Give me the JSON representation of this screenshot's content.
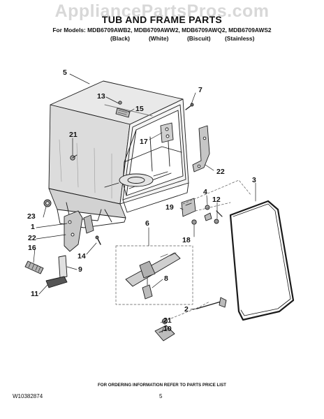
{
  "watermark": "AppliancePartsPros.com",
  "header": {
    "title": "TUB AND FRAME PARTS",
    "models": "For Models: MDB6709AWB2, MDB6709AWW2, MDB6709AWQ2, MDB6709AWS2",
    "variants": [
      "(Black)",
      "(White)",
      "(Biscuit)",
      "(Stainless)"
    ]
  },
  "callouts": {
    "c5": "5",
    "c13": "13",
    "c15": "15",
    "c7": "7",
    "c21a": "21",
    "c17": "17",
    "c22a": "22",
    "c3": "3",
    "c4": "4",
    "c12": "12",
    "c19": "19",
    "c18": "18",
    "c23": "23",
    "c1": "1",
    "c22b": "22",
    "c16": "16",
    "c14": "14",
    "c6": "6",
    "c9": "9",
    "c8": "8",
    "c11": "11",
    "c2": "2",
    "c21b": "21",
    "c10": "10"
  },
  "footer": {
    "note": "FOR ORDERING INFORMATION REFER TO PARTS PRICE LIST",
    "doc_number": "W10382874",
    "page": "5"
  }
}
